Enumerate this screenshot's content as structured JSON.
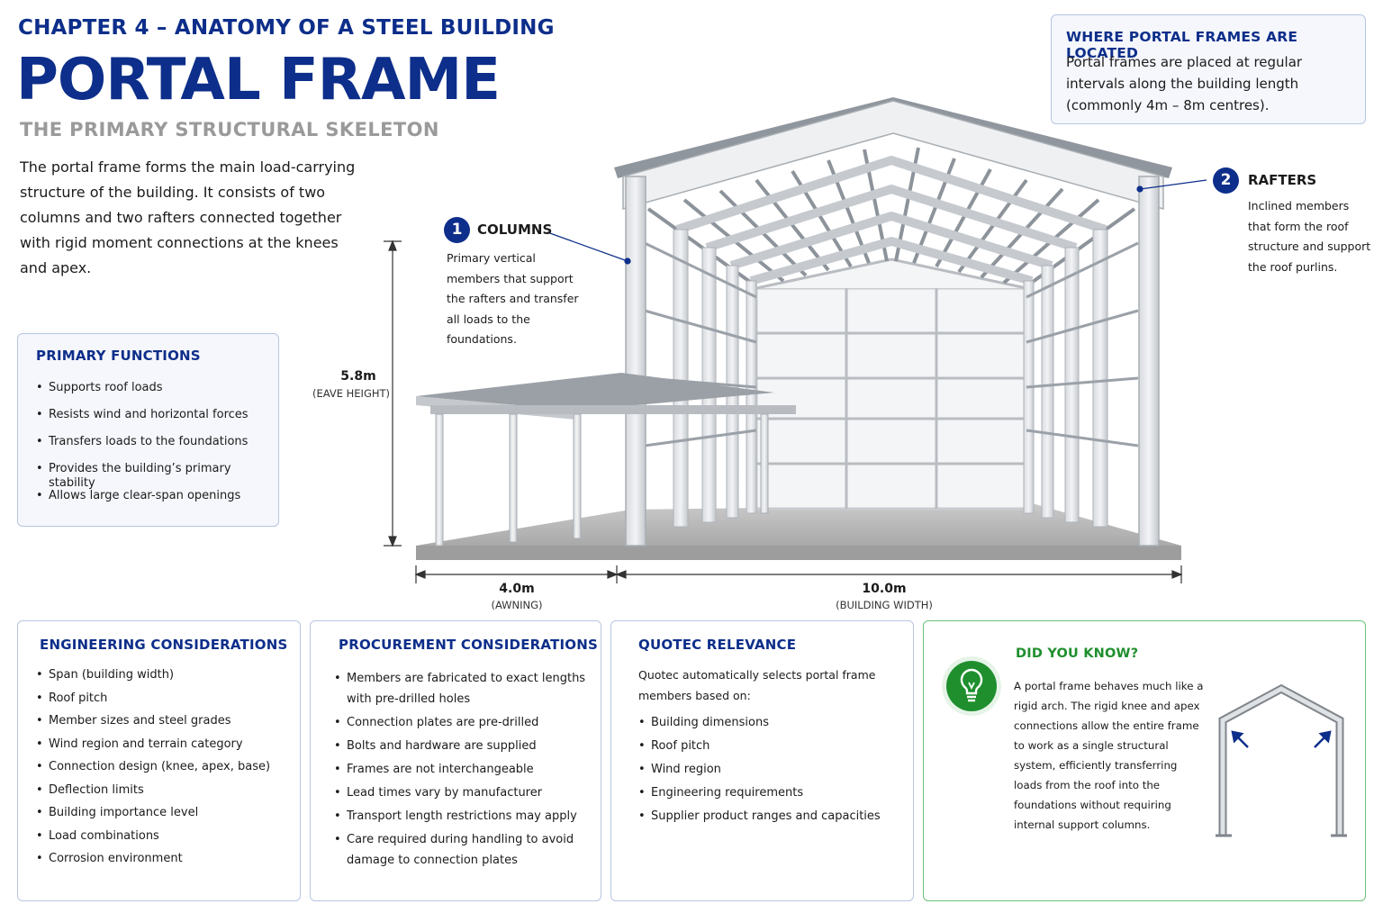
{
  "header": {
    "chapter": "CHAPTER 4 – ANATOMY OF A STEEL BUILDING",
    "title": "PORTAL FRAME",
    "subtitle": "THE PRIMARY STRUCTURAL SKELETON",
    "intro": "The portal frame forms the main load-carrying structure of the building. It consists of two columns and two rafters connected together with rigid moment connections at the knees and apex."
  },
  "functions": {
    "title": "PRIMARY FUNCTIONS",
    "items": [
      "Supports roof loads",
      "Resists wind and horizontal forces",
      "Transfers loads to the foundations",
      "Provides the building’s primary stability",
      "Allows large clear-span openings"
    ]
  },
  "location": {
    "title": "WHERE PORTAL FRAMES ARE LOCATED",
    "text": "Portal frames are placed at regular intervals along the building length (commonly 4m – 8m centres)."
  },
  "callouts": {
    "columns": {
      "number": "1",
      "title": "COLUMNS",
      "text": "Primary vertical members that support the rafters and transfer all loads to the foundations."
    },
    "rafters": {
      "number": "2",
      "title": "RAFTERS",
      "text": "Inclined members that form the roof structure and support the roof purlins."
    }
  },
  "dimensions": {
    "eave_height": {
      "value": "5.8m",
      "label": "(EAVE HEIGHT)"
    },
    "awning": {
      "value": "4.0m",
      "label": "(AWNING)"
    },
    "width": {
      "value": "10.0m",
      "label": "(BUILDING WIDTH)"
    }
  },
  "engineering": {
    "title": "ENGINEERING CONSIDERATIONS",
    "items": [
      "Span (building width)",
      "Roof pitch",
      "Member sizes and steel grades",
      "Wind region and terrain category",
      "Connection design (knee, apex, base)",
      "Deflection limits",
      "Building importance level",
      "Load combinations",
      "Corrosion environment"
    ]
  },
  "procurement": {
    "title": "PROCUREMENT CONSIDERATIONS",
    "items": [
      "Members are fabricated to exact lengths with pre-drilled holes",
      "Connection plates are pre-drilled",
      "Bolts and hardware are supplied",
      "Frames are not interchangeable",
      "Lead times vary by manufacturer",
      "Transport length restrictions may apply",
      "Care required during handling to avoid damage to connection plates"
    ]
  },
  "quotec": {
    "title": "QUOTEC RELEVANCE",
    "intro": "Quotec automatically selects portal frame members based on:",
    "items": [
      "Building dimensions",
      "Roof pitch",
      "Wind region",
      "Engineering requirements",
      "Supplier product ranges and capacities"
    ]
  },
  "did_you_know": {
    "title": "DID YOU KNOW?",
    "text": "A portal frame behaves much like a rigid arch. The rigid knee and apex connections allow the entire frame to work as a single structural system, efficiently transferring loads from the roof into the foundations without requiring internal support columns.",
    "icon": "lightbulb-icon"
  },
  "colors": {
    "navy": "#0d2e8a",
    "green": "#1f8f2e",
    "card_border": "#b7c6e2"
  }
}
